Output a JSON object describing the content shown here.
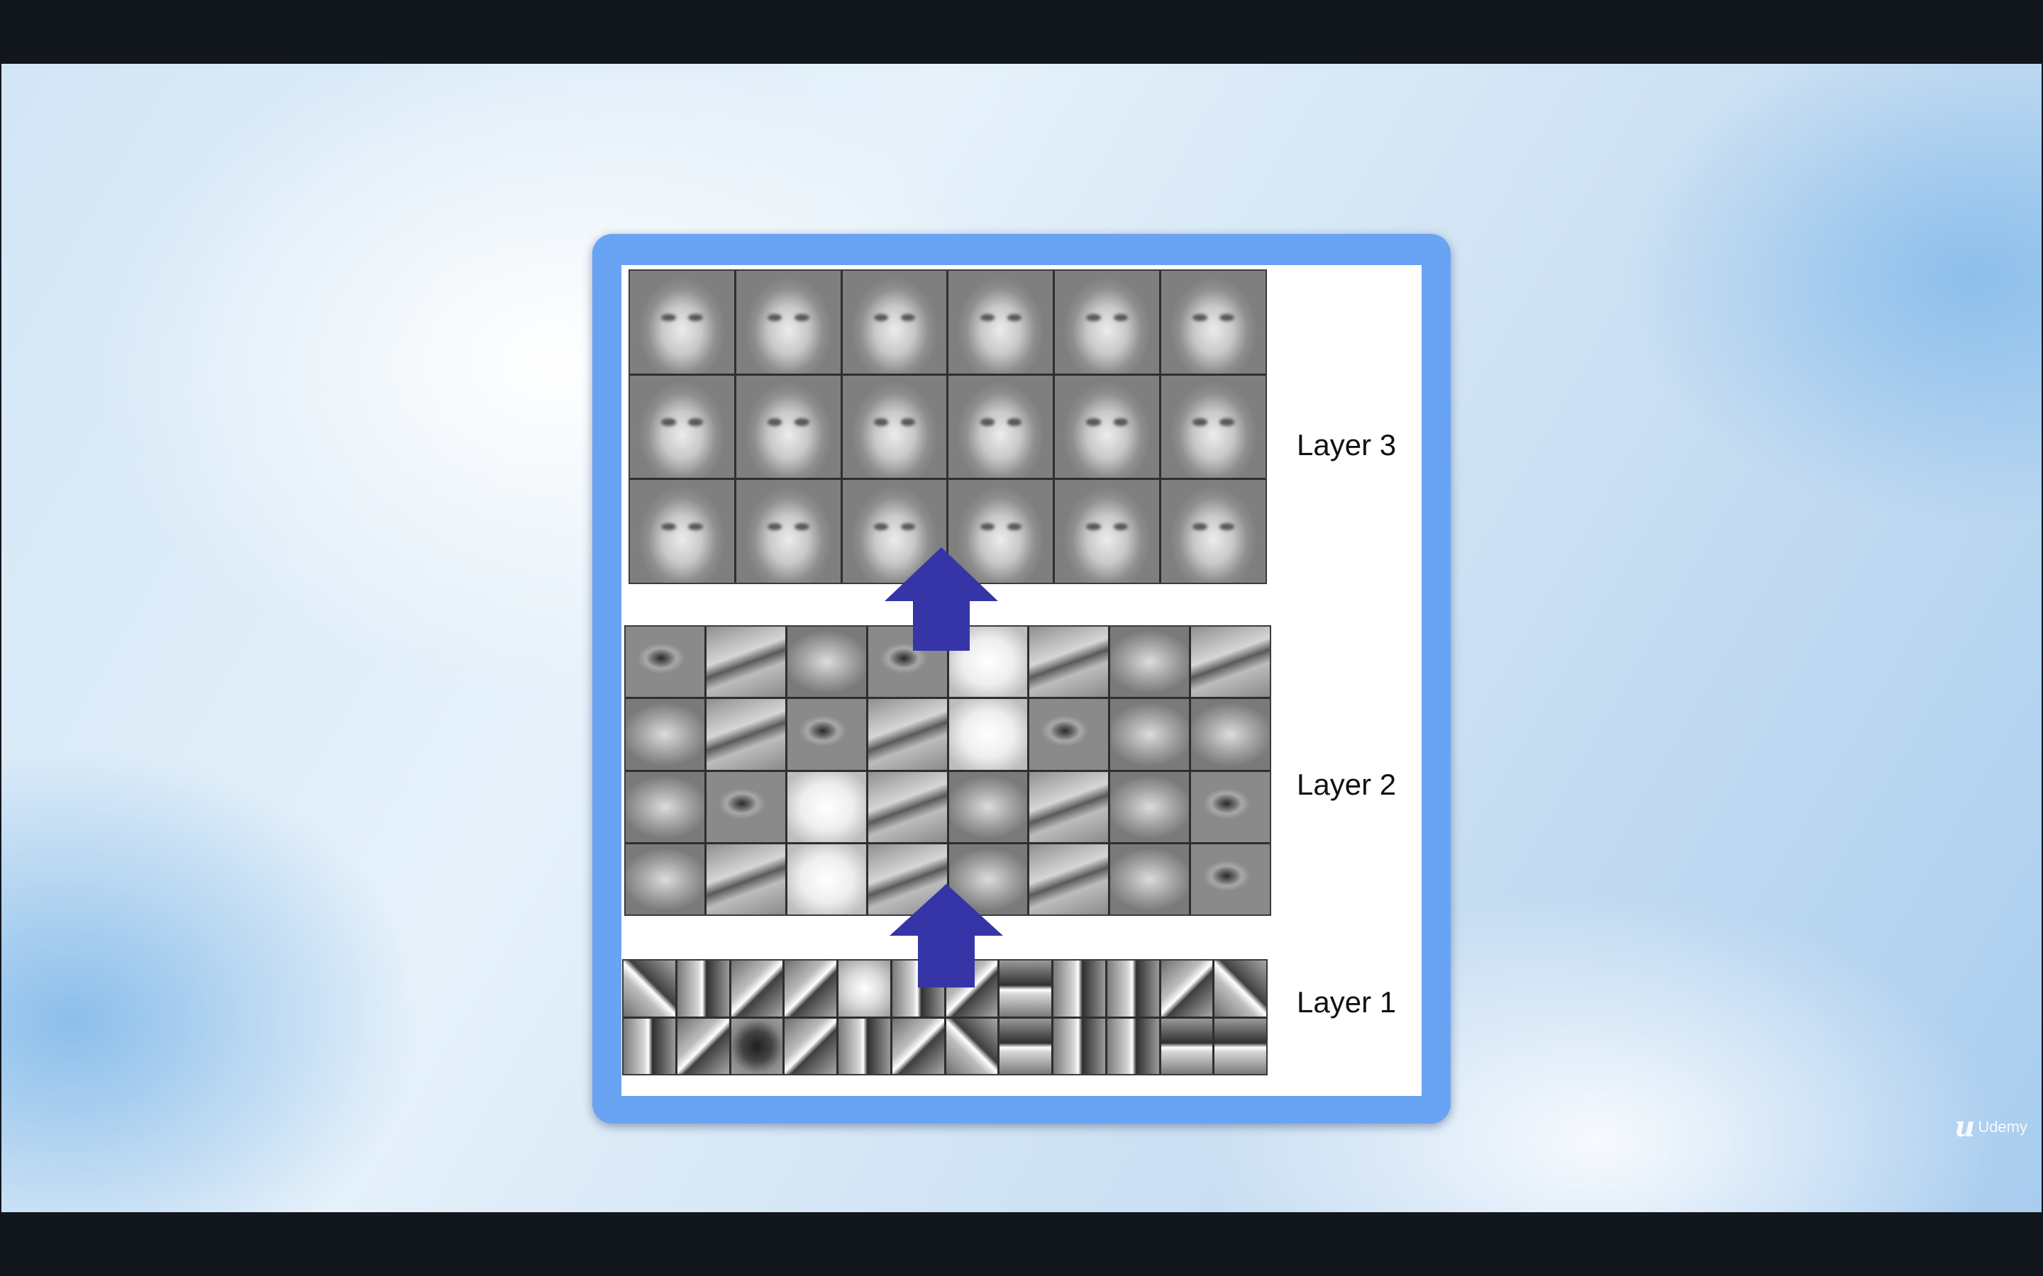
{
  "slide": {
    "layers": [
      {
        "label": "Layer 3"
      },
      {
        "label": "Layer 2"
      },
      {
        "label": "Layer 1"
      }
    ]
  },
  "branding": {
    "name": "Udemy",
    "icon": "udemy-logo-icon"
  },
  "colors": {
    "frame": "#69a4f4",
    "arrow": "#3535a8",
    "letterbox": "#12161d"
  }
}
